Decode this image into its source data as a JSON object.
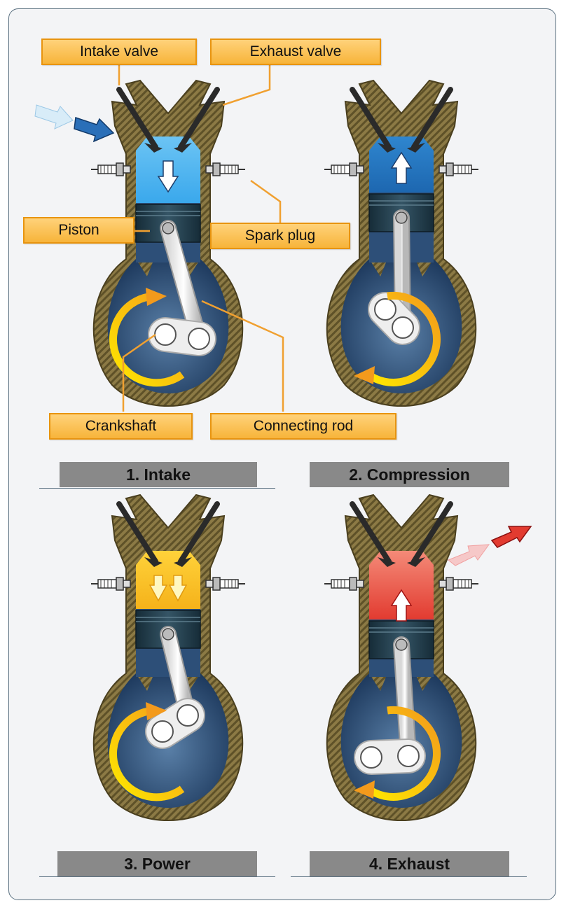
{
  "callouts": {
    "intake_valve": "Intake valve",
    "exhaust_valve": "Exhaust valve",
    "piston": "Piston",
    "spark_plug": "Spark plug",
    "crankshaft": "Crankshaft",
    "connecting_rod": "Connecting rod"
  },
  "stages": [
    {
      "label": "1. Intake",
      "chamber_color": "#3aa8ec",
      "chamber_color_top": "#6cc4f4",
      "stroke_arrow": "down",
      "flow_arrow": "in"
    },
    {
      "label": "2. Compression",
      "chamber_color": "#1d67b0",
      "chamber_color_top": "#2f86cf",
      "stroke_arrow": "up",
      "flow_arrow": "none"
    },
    {
      "label": "3. Power",
      "chamber_color": "#f5b21a",
      "chamber_color_top": "#ffd23a",
      "stroke_arrow": "down-double",
      "flow_arrow": "none"
    },
    {
      "label": "4. Exhaust",
      "chamber_color": "#e23b30",
      "chamber_color_top": "#f48a78",
      "stroke_arrow": "up",
      "flow_arrow": "out"
    }
  ],
  "colors": {
    "casing": "#7a6a3a",
    "crankcase": "#2d4f78",
    "piston": "#1f3a4a",
    "rotation_arrow": "#ffcc00",
    "callout_fill": "#fbc45a",
    "callout_border": "#e8940f",
    "stage_bar": "#898989"
  }
}
